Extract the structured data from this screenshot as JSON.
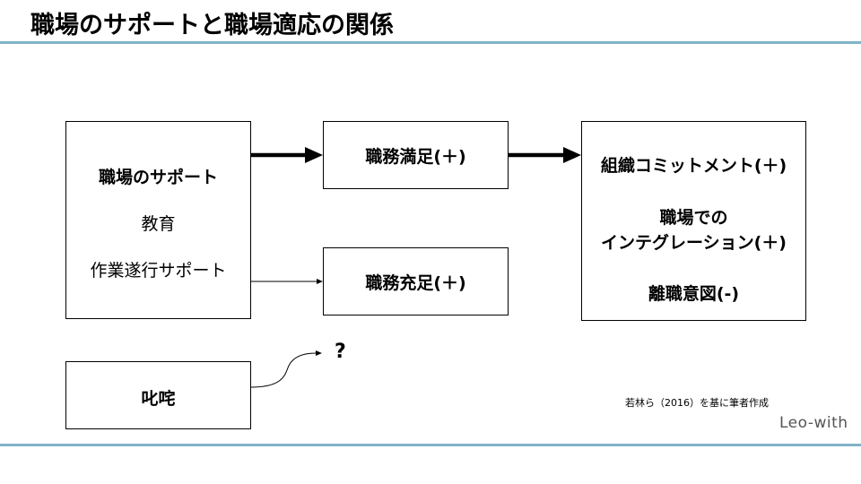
{
  "title": "職場のサポートと職場適応の関係",
  "boxes": {
    "support": {
      "heading": "職場のサポート",
      "items": [
        "教育",
        "作業遂行サポート"
      ]
    },
    "scolding": {
      "label": "叱咤"
    },
    "satisfaction": {
      "label": "職務満足(＋)"
    },
    "fulfillment": {
      "label": "職務充足(＋)"
    },
    "outcomes": {
      "commitment": "組織コミットメント(＋)",
      "integration_line1": "職場での",
      "integration_line2": "インテグレーション(＋)",
      "turnover": "離職意図(-)"
    }
  },
  "unknown_marker": "?",
  "source_note": "若林ら（2016）を基に筆者作成",
  "logo_text": "Leo-with",
  "colors": {
    "rule": "#7fb3c8",
    "line": "#000000"
  }
}
